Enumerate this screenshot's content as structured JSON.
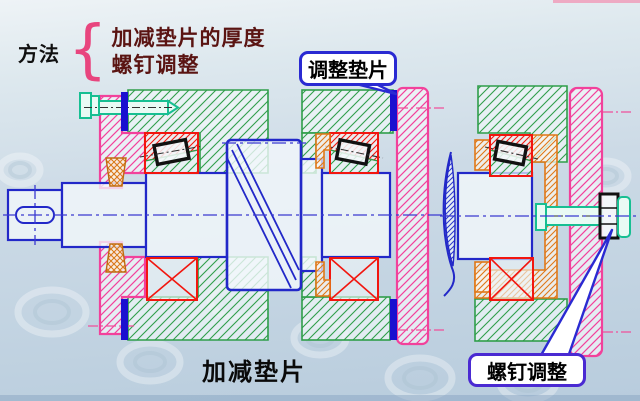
{
  "method": {
    "label": "方法",
    "brace": "{",
    "items": [
      "加减垫片的厚度",
      "螺钉调整"
    ]
  },
  "callouts": {
    "shim_label": "调整垫片",
    "screw_label": "螺钉调整"
  },
  "captions": {
    "left_drawing": "加减垫片"
  },
  "colors": {
    "background": "#ccdae6",
    "housing_green": "#2f9e4a",
    "end_cap_pink": "#f2419b",
    "shaft_blue": "#2228c8",
    "shim_dark_blue": "#1a10d0",
    "bearing_red": "#f2160f",
    "roller_black": "#111111",
    "felt_seal_orange": "#e07818",
    "screw_teal": "#17bf92",
    "callout_border_blue": "#2a2ad2",
    "method_text_dark_red": "#5a1412",
    "brace_pink": "#e8457e"
  }
}
